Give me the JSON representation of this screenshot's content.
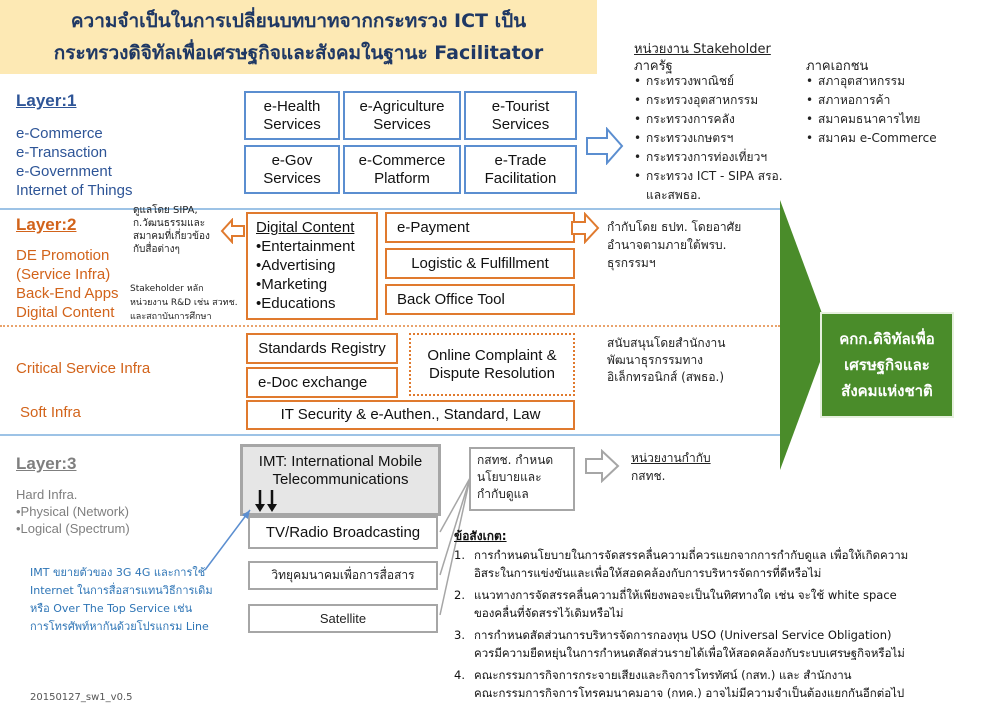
{
  "title": {
    "line1": "ความจำเป็นในการเปลี่ยนบทบาทจากกระทรวง ICT เป็น",
    "line2": "กระทรวงดิจิทัลเพื่อเศรษฐกิจและสังคมในฐานะ Facilitator"
  },
  "layer1": {
    "label": "Layer:1",
    "items": [
      "e-Commerce",
      "e-Transaction",
      "e-Government",
      "Internet of Things"
    ],
    "boxes": [
      "e-Health Services",
      "e-Agriculture Services",
      "e-Tourist Services",
      "e-Gov Services",
      "e-Commerce Platform",
      "e-Trade Facilitation"
    ]
  },
  "stakeholder": {
    "heading": "หน่วยงาน Stakeholder",
    "gov_heading": "ภาครัฐ",
    "gov_items": [
      "กระทรวงพาณิชย์",
      "กระทรวงอุตสาหกรรม",
      "กระทรวงการคลัง",
      "กระทรวงเกษตรฯ",
      "กระทรวงการท่องเที่ยวฯ",
      "กระทรวง ICT - SIPA สรอ."
    ],
    "gov_tail": "และสพธอ.",
    "private_heading": "ภาคเอกชน",
    "private_items": [
      "สภาอุตสาหกรรม",
      "สภาหอการค้า",
      "สมาคมธนาคารไทย",
      "สมาคม e-Commerce"
    ]
  },
  "layer2": {
    "label": "Layer:2",
    "items": [
      "DE Promotion",
      "(Service Infra)",
      "Back-End Apps",
      "Digital Content"
    ],
    "note_top": [
      "ดูแลโดย SIPA,",
      "ก.วัฒนธรรมและ",
      "สมาคมที่เกี่ยวข้อง",
      "กับสื่อต่างๆ"
    ],
    "note_bottom": [
      "Stakeholder หลัก",
      "หน่วยงาน R&D เช่น สวทช.",
      "และสถาบันการศึกษา"
    ],
    "digital_content": {
      "title": "Digital Content",
      "items": [
        "•Entertainment",
        "•Advertising",
        "•Marketing",
        "•Educations"
      ]
    },
    "boxes": [
      "e-Payment",
      "Logistic & Fulfillment",
      "Back Office Tool"
    ],
    "right_note": [
      "กำกับโดย ธปท. โดยอาศัย",
      "อำนาจตามภายใต้พรบ.",
      "ธุรกรรมฯ"
    ]
  },
  "critical": {
    "label": "Critical Service Infra",
    "boxes": [
      "Standards Registry",
      "e-Doc exchange"
    ],
    "dotted_box": [
      "Online Complaint &",
      "Dispute Resolution"
    ],
    "right_note": [
      "สนับสนุนโดยสำนักงาน",
      "พัฒนาธุรกรรมทาง",
      "อิเล็กทรอนิกส์ (สพธอ.)"
    ]
  },
  "soft": {
    "label": "Soft Infra",
    "box": "IT Security & e-Authen., Standard, Law"
  },
  "layer3": {
    "label": "Layer:3",
    "hard": [
      "Hard Infra.",
      "•Physical (Network)",
      "•Logical (Spectrum)"
    ],
    "imt_box": [
      "IMT: International Mobile",
      "Telecommunications"
    ],
    "tv_box": "TV/Radio Broadcasting",
    "radio_box": "วิทยุคมนาคมเพื่อการสื่อสาร",
    "satellite_box": "Satellite",
    "nbtc_box": [
      "กสทช. กำหนด",
      "นโยบายและ",
      "กำกับดูแล"
    ],
    "regulator_heading": "หน่วยงานกำกับ",
    "regulator_value": "กสทช.",
    "imt_note": [
      "IMT ขยายตัวของ 3G 4G  และการใช้",
      "Internet  ในการสื่อสารแทนวิธีการเดิม",
      "หรือ Over The Top Service  เช่น",
      "การโทรศัพท์หากันด้วยโปรแกรม Line"
    ]
  },
  "notes": {
    "heading": "ข้อสังเกต:",
    "items": [
      [
        "1.",
        "การกำหนดนโยบายในการจัดสรรคลื่นความถี่ควรแยกจากการกำกับดูแล เพื่อให้เกิดความ",
        "อิสระในการแข่งขันและเพื่อให้สอดคล้องกับการบริหารจัดการที่ดีหรือไม่"
      ],
      [
        "2.",
        "แนวทางการจัดสรรคลื่นความถี่ให้เพียงพอจะเป็นในทิศทางใด เช่น จะใช้ white space",
        "ของคลื่นที่จัดสรรไว้เดิมหรือไม่"
      ],
      [
        "3.",
        "การกำหนดสัดส่วนการบริหารจัดการกองทุน USO (Universal Service Obligation)",
        "ควรมีความยืดหยุ่นในการกำหนดสัดส่วนรายได้เพื่อให้สอดคล้องกับระบบเศรษฐกิจหรือไม่"
      ],
      [
        "4.",
        "คณะกรรมการกิจการกระจายเสียงและกิจการโทรทัศน์ (กสท.) และ สำนักงาน",
        "คณะกรรมการกิจการโทรคมนาคมอาจ (กทค.) อาจไม่มีความจำเป็นต้องแยกกันอีกต่อไป"
      ]
    ]
  },
  "green_box": [
    "คกก.ดิจิทัลเพื่อ",
    "เศรษฐกิจและ",
    "สังคมแห่งชาติ"
  ],
  "version": "20150127_sw1_v0.5",
  "colors": {
    "title_bg": "#fde9b4",
    "blue": "#5b8ed0",
    "orange": "#e07a2e",
    "green": "#4a8c2a",
    "gray": "#a6a6a6"
  }
}
